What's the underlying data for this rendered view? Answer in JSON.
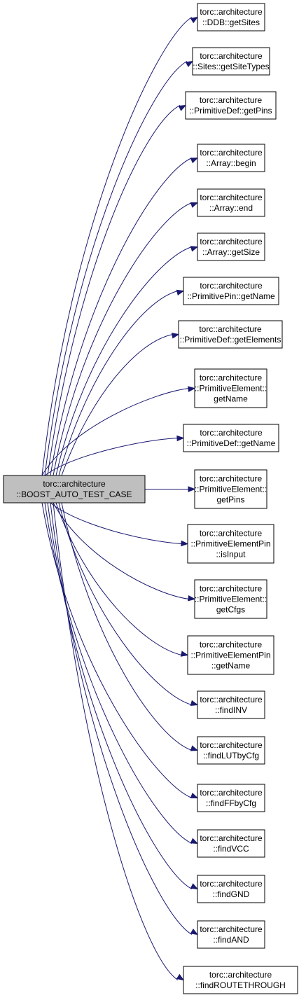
{
  "diagram": {
    "type": "call-graph",
    "colors": {
      "edge": "#191970",
      "source_fill": "#bfbfbf",
      "node_fill": "#ffffff",
      "border": "#000000"
    },
    "source": {
      "id": "src",
      "lines": [
        "torc::architecture",
        "::BOOST_AUTO_TEST_CASE"
      ]
    },
    "targets": [
      {
        "id": "n1",
        "lines": [
          "torc::architecture",
          "::DDB::getSites"
        ]
      },
      {
        "id": "n2",
        "lines": [
          "torc::architecture",
          "::Sites::getSiteTypes"
        ]
      },
      {
        "id": "n3",
        "lines": [
          "torc::architecture",
          "::PrimitiveDef::getPins"
        ]
      },
      {
        "id": "n4",
        "lines": [
          "torc::architecture",
          "::Array::begin"
        ]
      },
      {
        "id": "n5",
        "lines": [
          "torc::architecture",
          "::Array::end"
        ]
      },
      {
        "id": "n6",
        "lines": [
          "torc::architecture",
          "::Array::getSize"
        ]
      },
      {
        "id": "n7",
        "lines": [
          "torc::architecture",
          "::PrimitivePin::getName"
        ]
      },
      {
        "id": "n8",
        "lines": [
          "torc::architecture",
          "::PrimitiveDef::getElements"
        ]
      },
      {
        "id": "n9",
        "lines": [
          "torc::architecture",
          "::PrimitiveElement::",
          "getName"
        ]
      },
      {
        "id": "n10",
        "lines": [
          "torc::architecture",
          "::PrimitiveDef::getName"
        ]
      },
      {
        "id": "n11",
        "lines": [
          "torc::architecture",
          "::PrimitiveElement::",
          "getPins"
        ]
      },
      {
        "id": "n12",
        "lines": [
          "torc::architecture",
          "::PrimitiveElementPin",
          "::isInput"
        ]
      },
      {
        "id": "n13",
        "lines": [
          "torc::architecture",
          "::PrimitiveElement::",
          "getCfgs"
        ]
      },
      {
        "id": "n14",
        "lines": [
          "torc::architecture",
          "::PrimitiveElementPin",
          "::getName"
        ]
      },
      {
        "id": "n15",
        "lines": [
          "torc::architecture",
          "::findINV"
        ]
      },
      {
        "id": "n16",
        "lines": [
          "torc::architecture",
          "::findLUTbyCfg"
        ]
      },
      {
        "id": "n17",
        "lines": [
          "torc::architecture",
          "::findFFbyCfg"
        ]
      },
      {
        "id": "n18",
        "lines": [
          "torc::architecture",
          "::findVCC"
        ]
      },
      {
        "id": "n19",
        "lines": [
          "torc::architecture",
          "::findGND"
        ]
      },
      {
        "id": "n20",
        "lines": [
          "torc::architecture",
          "::findAND"
        ]
      },
      {
        "id": "n21",
        "lines": [
          "torc::architecture",
          "::findROUTETHROUGH"
        ]
      }
    ]
  }
}
